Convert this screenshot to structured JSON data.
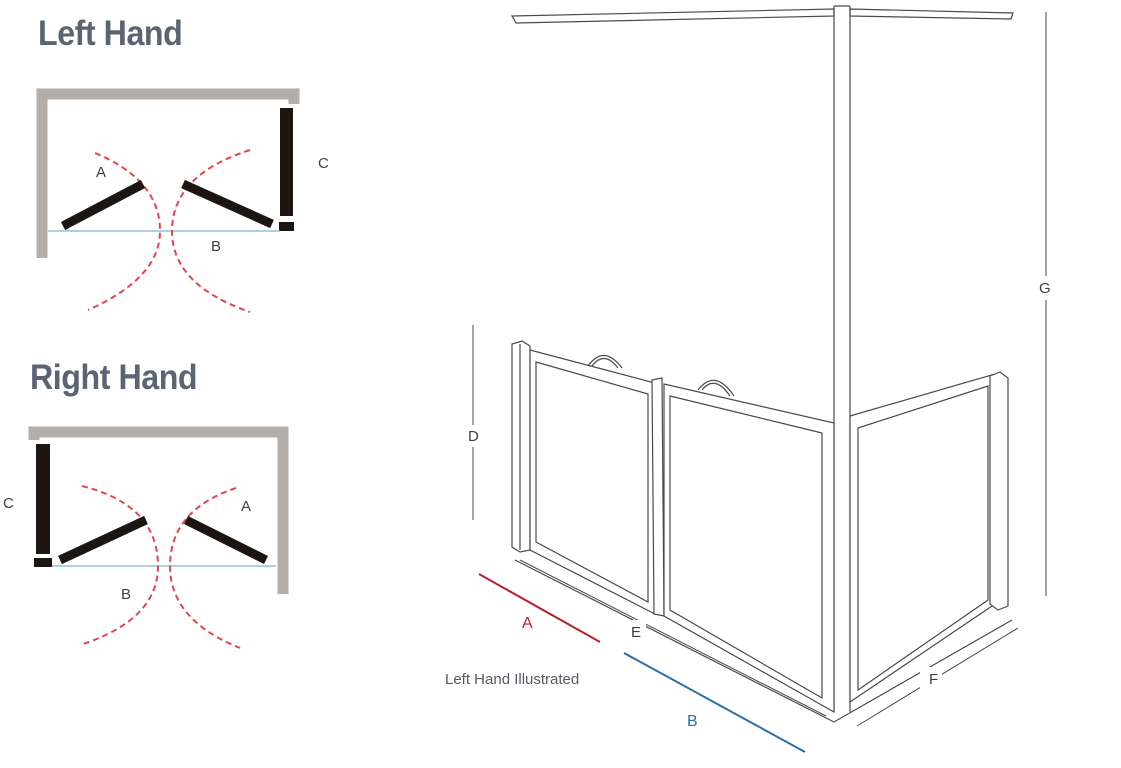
{
  "headings": {
    "left_hand": "Left Hand",
    "right_hand": "Right Hand"
  },
  "plan_labels": {
    "left": {
      "a": "A",
      "b": "B",
      "c": "C"
    },
    "right": {
      "a": "A",
      "b": "B",
      "c": "C"
    }
  },
  "elevation_labels": {
    "a": "A",
    "b": "B",
    "d": "D",
    "e": "E",
    "f": "F",
    "g": "G"
  },
  "caption": "Left Hand Illustrated",
  "colors": {
    "heading": "#5b6474",
    "frame": "#b3aeaa",
    "panel": "#1d1512",
    "swing_arc": "#e0474c",
    "threshold": "#8fc4d6",
    "dimension_a": "#b3222a",
    "dimension_b": "#2a6fa8",
    "line": "#4a4a4a"
  }
}
